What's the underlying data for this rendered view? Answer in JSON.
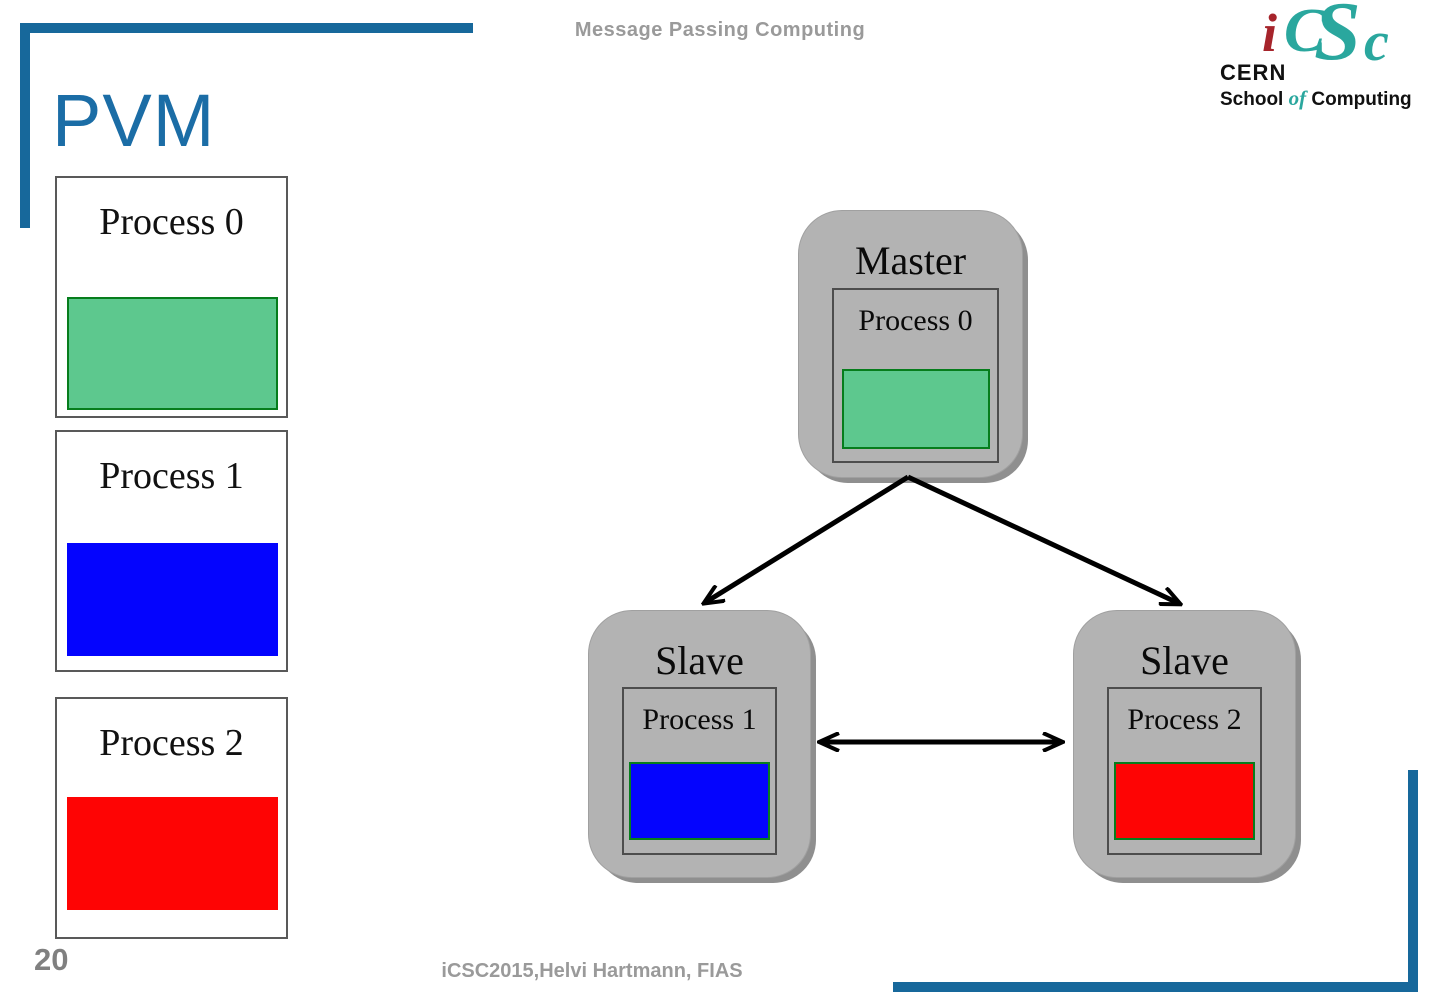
{
  "colors": {
    "accent_blue": "#17689b",
    "title_blue": "#1b6da6",
    "node_gray": "#b3b3b3",
    "node_shadow": "#8f8f8f",
    "green_fill": "#5dc88e",
    "green_border": "#067d1c",
    "blue_fill": "#0404fe",
    "red_fill": "#fe0404",
    "muted_text_gray": "#9a9a9a",
    "logo_teal": "#2aa79e",
    "logo_red": "#a6242b"
  },
  "header": {
    "title": "Message Passing Computing"
  },
  "logo": {
    "i": "i",
    "c1": "C",
    "s": "S",
    "c2": "c",
    "cern": "CERN",
    "school": "School",
    "of": "of",
    "computing": "Computing"
  },
  "slide": {
    "title": "PVM"
  },
  "left_panel": {
    "processes": [
      {
        "label": "Process 0",
        "color": "#5dc88e"
      },
      {
        "label": "Process 1",
        "color": "#0404fe"
      },
      {
        "label": "Process 2",
        "color": "#fe0404"
      }
    ]
  },
  "diagram": {
    "nodes": [
      {
        "id": "master",
        "role": "Master",
        "process": "Process 0",
        "color": "#5dc88e"
      },
      {
        "id": "slave-1",
        "role": "Slave",
        "process": "Process 1",
        "color": "#0404fe"
      },
      {
        "id": "slave-2",
        "role": "Slave",
        "process": "Process 2",
        "color": "#fe0404"
      }
    ],
    "connections": [
      {
        "from": "master",
        "to": "slave-1",
        "type": "directed"
      },
      {
        "from": "master",
        "to": "slave-2",
        "type": "directed"
      },
      {
        "from": "slave-1",
        "to": "slave-2",
        "type": "bidirectional"
      }
    ]
  },
  "footer": {
    "page_number": "20",
    "credit": "iCSC2015,Helvi Hartmann, FIAS"
  }
}
